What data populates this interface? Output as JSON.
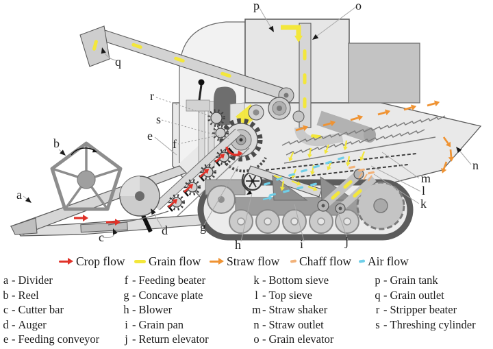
{
  "flow_legend": [
    {
      "key": "crop",
      "label": "Crop flow",
      "color": "#e03229",
      "style": "arrow"
    },
    {
      "key": "grain",
      "label": "Grain flow",
      "color": "#f3e73b",
      "style": "dash-large"
    },
    {
      "key": "straw",
      "label": "Straw flow",
      "color": "#ef9333",
      "style": "arrow"
    },
    {
      "key": "chaff",
      "label": "Chaff flow",
      "color": "#f2b279",
      "style": "dash-small"
    },
    {
      "key": "air",
      "label": "Air flow",
      "color": "#6fcfe9",
      "style": "dash-small"
    }
  ],
  "parts_legend": {
    "separator": "-",
    "columns": [
      [
        {
          "letter": "a",
          "name": "Divider"
        },
        {
          "letter": "b",
          "name": "Reel"
        },
        {
          "letter": "c",
          "name": "Cutter bar"
        },
        {
          "letter": "d",
          "name": "Auger"
        },
        {
          "letter": "e",
          "name": "Feeding conveyor"
        }
      ],
      [
        {
          "letter": "f",
          "name": "Feeding beater"
        },
        {
          "letter": "g",
          "name": "Concave plate"
        },
        {
          "letter": "h",
          "name": "Blower"
        },
        {
          "letter": "i",
          "name": "Grain pan"
        },
        {
          "letter": "j",
          "name": "Return elevator"
        }
      ],
      [
        {
          "letter": "k",
          "name": "Bottom sieve"
        },
        {
          "letter": "l",
          "name": "Top sieve"
        },
        {
          "letter": "m",
          "name": "Straw shaker"
        },
        {
          "letter": "n",
          "name": "Straw outlet"
        },
        {
          "letter": "o",
          "name": "Grain elevator"
        }
      ],
      [
        {
          "letter": "p",
          "name": "Grain tank"
        },
        {
          "letter": "q",
          "name": "Grain outlet"
        },
        {
          "letter": "r",
          "name": "Stripper beater"
        },
        {
          "letter": "s",
          "name": "Threshing cylinder"
        }
      ]
    ]
  },
  "diagram": {
    "labels": {
      "a": "a",
      "b": "b",
      "c": "c",
      "d": "d",
      "e": "e",
      "f": "f",
      "g": "g",
      "h": "h",
      "i": "i",
      "j": "j",
      "k": "k",
      "l": "l",
      "m": "m",
      "n": "n",
      "o": "o",
      "p": "p",
      "q": "q",
      "r": "r",
      "s": "s"
    }
  }
}
